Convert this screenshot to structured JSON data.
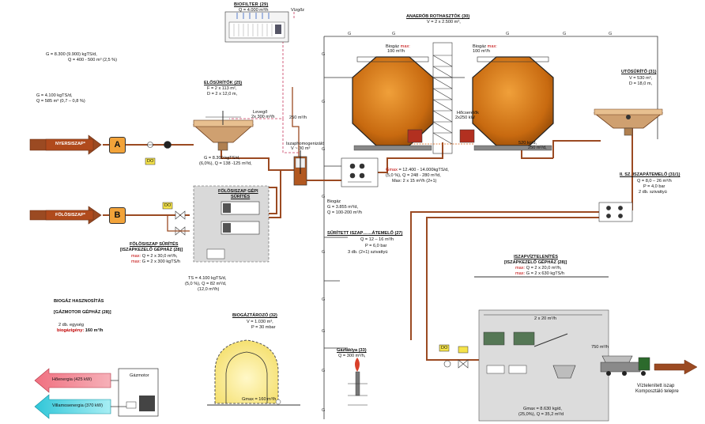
{
  "biofilter": {
    "title": "BIOFILTER (29)",
    "capacity": "Q = 4.000 m³/h",
    "exhaust": "Vízgőz"
  },
  "g_a": {
    "line1": "G = 8.300 (9.900) kgTS/d,",
    "line2": "Q = 400 - 500 m³ (2,5 %)"
  },
  "g_b": {
    "line1": "G = 4.100 kgTS/d,",
    "line2": "Q = 585 m³ (0,7 – 0,8 %)"
  },
  "thickener": {
    "title": "ELŐSŰRÍTŐK (25)",
    "f": "F = 2 x 113 m²,",
    "d": "D = 2 x 12,0 m,",
    "air": "Levegő",
    "air_q": "2x 300 m³/h",
    "overflow": "250 m³/h"
  },
  "homog": {
    "title": "Iszaphomogenizáló",
    "volume": "V ~ 30 m³"
  },
  "thick_out": {
    "g": "G = 8.300 kgTS/d,",
    "q": "(6,0%),    Q = 138 -125 m³/d,"
  },
  "digesters": {
    "title": "ANAERÓB ROTHASZTÓK (30)",
    "volume": "V = 2 x 2.500 m³,",
    "gas_label": "Biogáz",
    "gas_max_word": "max:",
    "gas_q": "100 m³/h",
    "hx": "Hőcserélők",
    "hx_q": "2x250 kW",
    "out": "520 kg/d,",
    "out_q": "250 m³/d,"
  },
  "mixers": {
    "gmax_word": "Gmax",
    "g_range": "= 12.400 - 14.000kgTS/d,",
    "q": "(5,0 %),     Q = 248 - 280 m³/d,",
    "max": "Max: 2 x 15 m³/h (2+1)"
  },
  "biogas_line": {
    "title": "Biogáz",
    "g": "G = 3.855 m³/d,",
    "q": "Q = 100-200 m³/h"
  },
  "post_thickener": {
    "title": "UTÓSŰRÍTŐ (31)",
    "v": "V = 530 m³,",
    "d": "D = 18,0 m,"
  },
  "pump2": {
    "title": "II. SZ. ISZAPÁTEMELŐ (31/1)",
    "q": "Q = 8,0 – 26 m³/h",
    "p": "P = 4,0 bar",
    "n": "2 db. szivattyú"
  },
  "sludge_a": {
    "label": "NYERSISZAP*",
    "letter": "A",
    "do": "DO"
  },
  "sludge_b": {
    "label": "FÖLÖSISZAP*",
    "letter": "B",
    "do": "DO"
  },
  "mech_thick": {
    "title": "FÖLÖSISZAP GÉPI",
    "title2": "SŰRÍTÉS"
  },
  "mech_house": {
    "l1": "FÖLÖSISZAP  SŰRÍTÉS",
    "l2": "[ISZAPKEZELŐ GÉPHÁZ (28)]",
    "max_word": "max:",
    "q": "Q = 2 x 30,0 m³/h,",
    "g": "G = 2 x 300 kgTS/h"
  },
  "ts": {
    "l1": "TS = 4.100 kgTS/d,",
    "l2": "(5,0 %),   Q = 82 m³/d,",
    "l3": "(12,0 m³/h)"
  },
  "pump1": {
    "title": "SŰRÍTETT ISZAP……ÁTEMELŐ (27)",
    "q": "Q = 12 – 16 m³/h",
    "p": "P = 6,0 bar",
    "n": "3 db. (2+1) szivattyú"
  },
  "dewater": {
    "l1": "ISZAPVÍZTELENÍTÉS",
    "l2": "[ISZAPKEZELŐ GÉPHÁZ (28)]",
    "max_word": "max:",
    "q": "Q = 2 x 20,0 m³/h,",
    "g": "G = 2 x 630 kgTS/h",
    "flow": "2 x 20 m³/h",
    "out": "750 m³/h",
    "do": "DO"
  },
  "biogas_use": {
    "l1": "BIOGÁZ  HASZNOSÍTÁS",
    "l2": "[GÁZMOTOR  GÉPHÁZ (28)]",
    "l3": "2 db. egység",
    "l4": "biogázigény:",
    "l5": "160 m³/h"
  },
  "heat": {
    "label": "Hőenergia (425 kW)"
  },
  "elec": {
    "label": "Villamosenergia (370 kW)"
  },
  "gasmotor": {
    "label": "Gázmotor"
  },
  "gas_storage": {
    "title": "BIOGÁZTÁROZÓ  (32)",
    "v": "V = 1.030 m³,",
    "p": "P = 30 mbar",
    "gmax": "Gmax = 160 m³/h"
  },
  "flare": {
    "title": "Gázfáklya (33)",
    "q": "Q = 300 m³/h,"
  },
  "dewatered": {
    "gmax": "Gmax = 8.630 kg/d,",
    "q": "(25,0%),    Q = 35,2 m³/d"
  },
  "destination": {
    "l1": "Víztelenített iszap",
    "l2": "Komposztáló telepre"
  },
  "gas_marker": "G",
  "colors": {
    "sludge": "#9b4a22",
    "tank": "#d97a14",
    "dashed_red": "#c8385e",
    "heat": "#e85c6a",
    "elec": "#3cc6d4",
    "orange_box": "#f2a33a",
    "yellow_do": "#f5e34a"
  }
}
